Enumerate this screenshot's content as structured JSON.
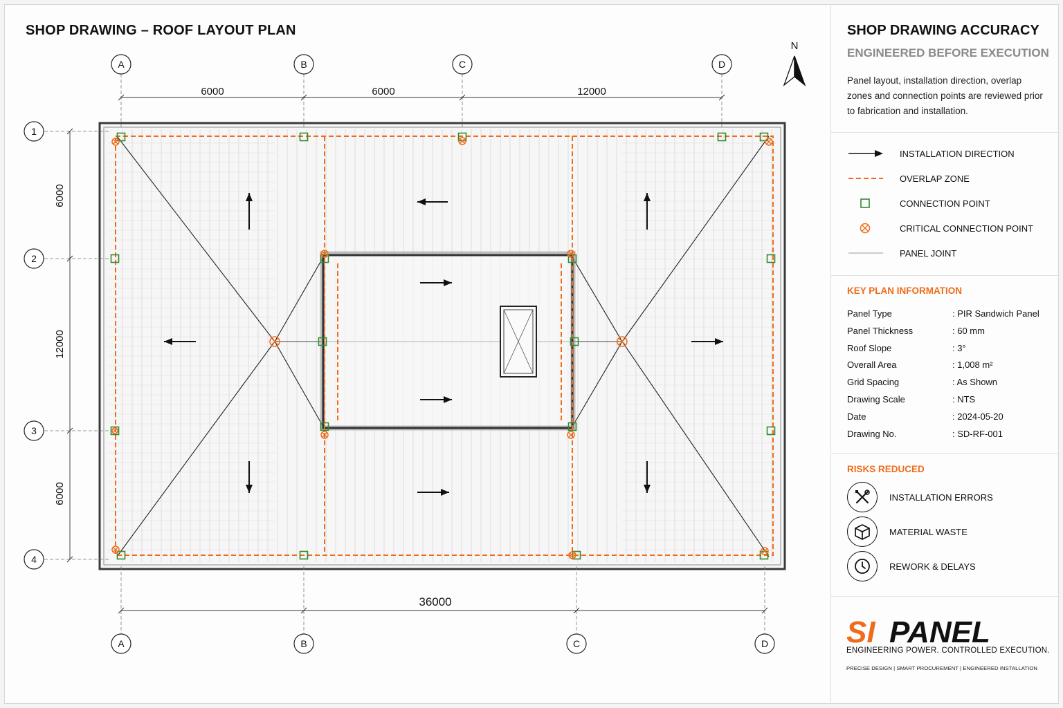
{
  "drawing": {
    "title": "SHOP DRAWING – ROOF LAYOUT PLAN",
    "north_label": "N",
    "grid_columns": [
      "A",
      "B",
      "C",
      "D"
    ],
    "grid_rows": [
      "1",
      "2",
      "3",
      "4"
    ],
    "top_dims": [
      "6000",
      "6000",
      "12000"
    ],
    "left_dims": [
      "6000",
      "12000",
      "6000"
    ],
    "bottom_dim": "36000"
  },
  "panel": {
    "title": "SHOP DRAWING ACCURACY",
    "subtitle": "ENGINEERED BEFORE EXECUTION",
    "description": "Panel layout, installation direction, overlap zones and connection points are reviewed prior to fabrication and installation."
  },
  "legend": [
    {
      "symbol": "arrow",
      "label": "INSTALLATION DIRECTION"
    },
    {
      "symbol": "dash",
      "label": "OVERLAP ZONE"
    },
    {
      "symbol": "square",
      "label": "CONNECTION POINT"
    },
    {
      "symbol": "critical",
      "label": "CRITICAL CONNECTION POINT"
    },
    {
      "symbol": "line",
      "label": "PANEL JOINT"
    }
  ],
  "key_info": {
    "heading": "KEY PLAN INFORMATION",
    "rows": [
      {
        "key": "Panel Type",
        "value": ": PIR Sandwich Panel"
      },
      {
        "key": "Panel Thickness",
        "value": ": 60 mm"
      },
      {
        "key": "Roof Slope",
        "value": ": 3°"
      },
      {
        "key": "Overall Area",
        "value": ": 1,008 m²"
      },
      {
        "key": "Grid Spacing",
        "value": ": As Shown"
      },
      {
        "key": "Drawing Scale",
        "value": ": NTS"
      },
      {
        "key": "Date",
        "value": ": 2024-05-20"
      },
      {
        "key": "Drawing No.",
        "value": ": SD-RF-001"
      }
    ]
  },
  "risks": {
    "heading": "RISKS REDUCED",
    "items": [
      {
        "icon": "tools-icon",
        "label": "INSTALLATION ERRORS"
      },
      {
        "icon": "box-icon",
        "label": "MATERIAL WASTE"
      },
      {
        "icon": "clock-icon",
        "label": "REWORK & DELAYS"
      }
    ]
  },
  "brand": {
    "logo_si": "SI",
    "logo_panel": "PANEL",
    "tagline": "ENGINEERING POWER. CONTROLLED EXECUTION.",
    "subline": "PRECISE DESIGN | SMART PROCUREMENT | ENGINEERED INSTALLATION"
  },
  "colors": {
    "accent": "#ef6c1a",
    "connection": "#2e8b2e",
    "ink": "#111111"
  }
}
